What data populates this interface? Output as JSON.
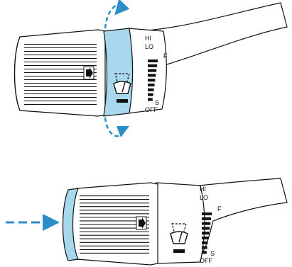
{
  "panel_top": {
    "labels": {
      "hi": "HI",
      "lo": "LO",
      "fast": "F",
      "slow": "S",
      "off": "OFF"
    },
    "speed_bars": 9,
    "action": "rotate-ring",
    "icon": "windshield-wiper-washer-icon",
    "arrow_icon": "right-arrow-icon"
  },
  "panel_bottom": {
    "labels": {
      "hi": "HI",
      "lo": "LO",
      "fast": "F",
      "slow": "S",
      "off": "OFF"
    },
    "speed_bars": 9,
    "action": "push-end-cap",
    "icon": "windshield-wiper-washer-icon",
    "arrow_icon": "right-arrow-icon"
  },
  "colors": {
    "highlight": "#a8d8ee",
    "arrow": "#2a8fc9",
    "line": "#111111"
  }
}
